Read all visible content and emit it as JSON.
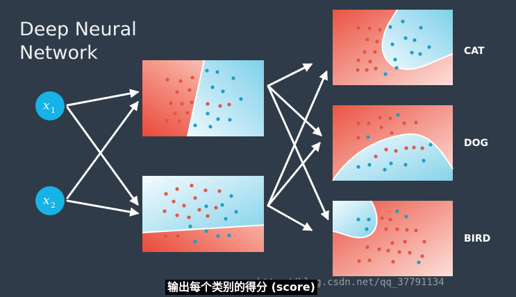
{
  "title": {
    "line1": "Deep Neural",
    "line2": "Network"
  },
  "inputs": [
    {
      "name": "x",
      "subscript": "1"
    },
    {
      "name": "x",
      "subscript": "2"
    }
  ],
  "outputs": [
    "CAT",
    "DOG",
    "BIRD"
  ],
  "subtitle": "输出每个类别的得分 (score)",
  "watermark": "http://blog.csdn.net/qq_37791134",
  "colors": {
    "background": "#2f3b48",
    "node": "#17b3e6",
    "red_region": "#ef6b5a",
    "blue_region": "#8fd6ea",
    "red_point": "#e05648",
    "blue_point": "#1d9ec8",
    "arrow": "#ffffff"
  },
  "icons": [
    "input-node-icon",
    "arrow-icon",
    "classification-panel-icon"
  ]
}
